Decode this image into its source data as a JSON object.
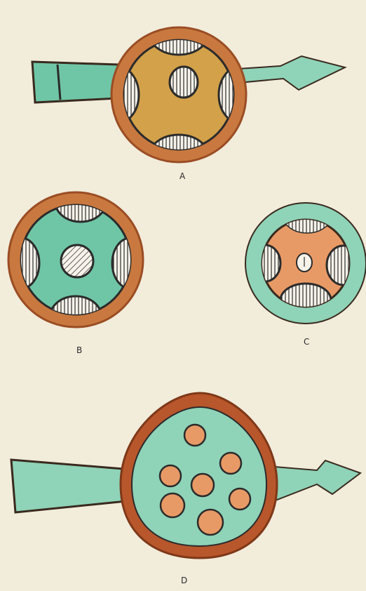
{
  "figures": [
    {
      "id": "A",
      "label": "A"
    },
    {
      "id": "B",
      "label": "B"
    },
    {
      "id": "C",
      "label": "C"
    },
    {
      "id": "D",
      "label": "D"
    }
  ],
  "colors": {
    "background": "#f2ecdb",
    "rim": "#c9793f",
    "rim_dark": "#9a4d24",
    "ochre_fill": "#d3a14a",
    "green_fill": "#6fc6a6",
    "bundle_white": "#f7f3ea",
    "hatch": "#2b2b2b",
    "outline": "#3a2a1e",
    "salmon_fill": "#e89a66",
    "light_green_ring": "#8fd3b8"
  }
}
